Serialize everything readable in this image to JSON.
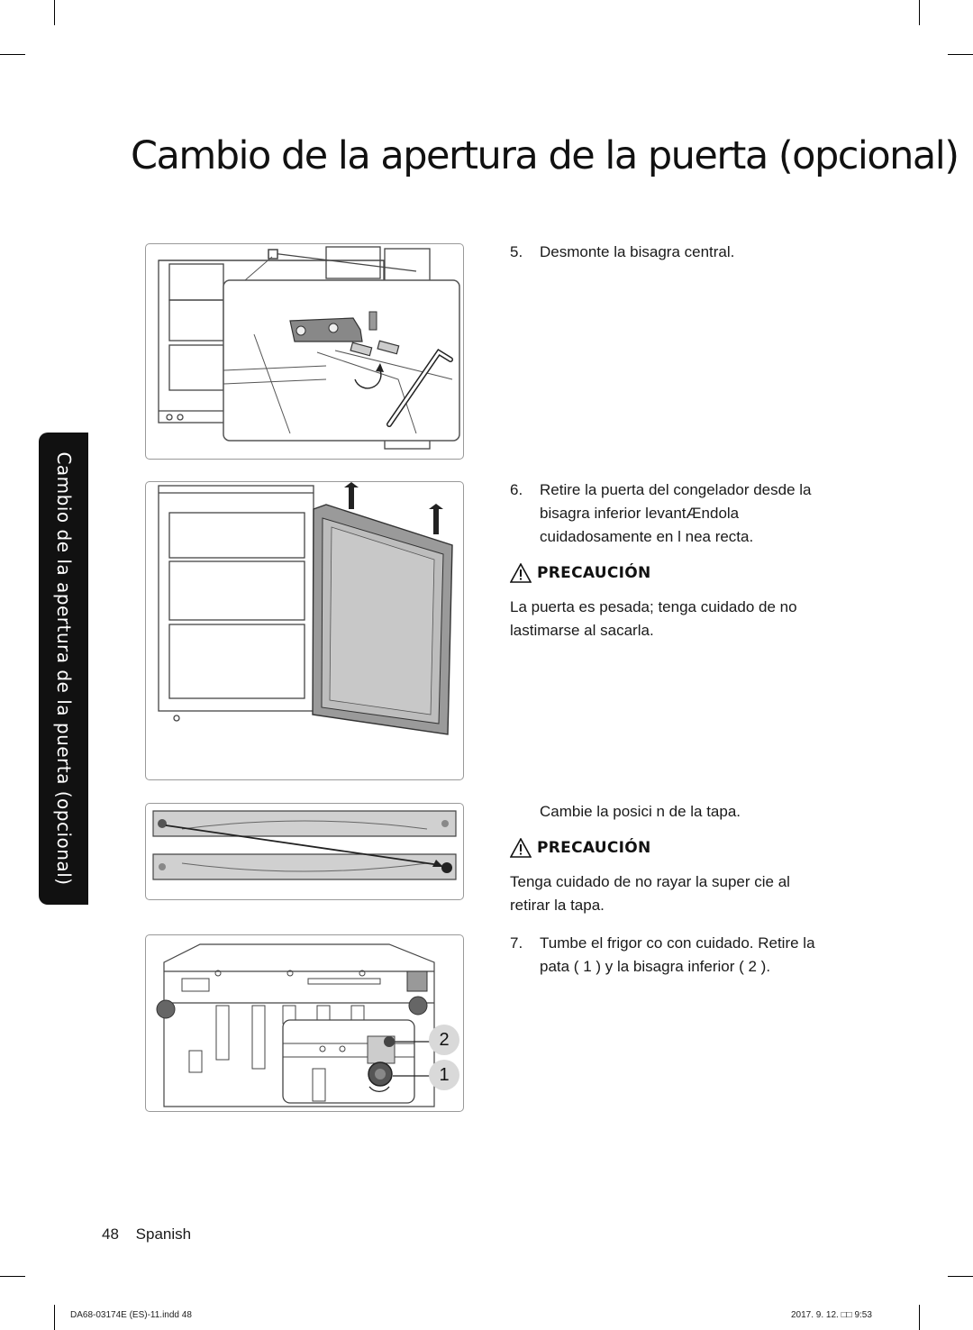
{
  "title": "Cambio de la apertura de la puerta (opcional)",
  "side_tab": "Cambio de la apertura de la puerta (opcional)",
  "steps": {
    "step5": {
      "num": "5.",
      "text": "Desmonte la bisagra central."
    },
    "step6": {
      "num": "6.",
      "text": "Retire la puerta del congelador desde la bisagra inferior levantÆndola cuidadosamente en l nea recta."
    },
    "step_cap": {
      "text": "Cambie la posici n de la tapa."
    },
    "step7": {
      "num": "7.",
      "text": "Tumbe el frigor  co con cuidado. Retire la pata ( 1 ) y la bisagra inferior ( 2 )."
    }
  },
  "cautions": [
    {
      "label": "PRECAUCIÓN",
      "text": "La puerta es pesada; tenga cuidado de no lastimarse al sacarla."
    },
    {
      "label": "PRECAUCIÓN",
      "text": "Tenga cuidado de no rayar la super cie al retirar la tapa."
    }
  ],
  "callouts": {
    "hinge": "2",
    "leg": "1"
  },
  "footer": {
    "page_number": "48",
    "language": "Spanish",
    "file": "DA68-03174E (ES)-11.indd   48",
    "datetime": "2017. 9. 12.   □□ 9:53"
  },
  "colors": {
    "tab_bg": "#111111",
    "callout_bg": "#d9d9d9",
    "figure_border": "#999999"
  }
}
